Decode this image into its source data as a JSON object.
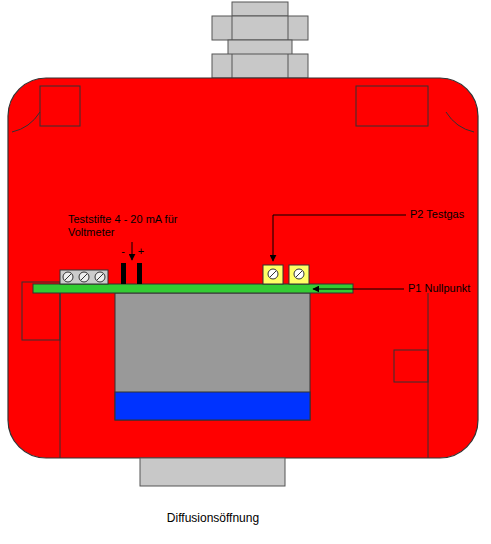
{
  "diagram": {
    "labels": [
      "Teststifte 4 - 20 mA für Voltmeter",
      "-",
      "+",
      "P2 Testgas",
      "P1 Nullpunkt",
      "Diffusionsöffnung"
    ]
  }
}
